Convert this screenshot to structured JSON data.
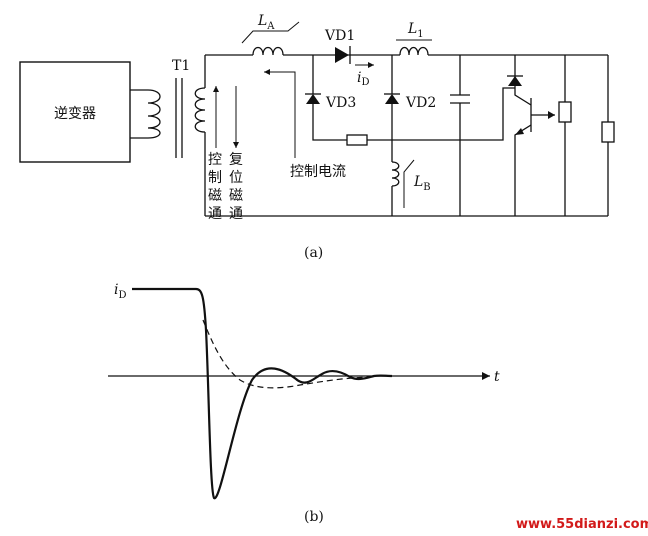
{
  "circuit": {
    "inverter_label": "逆变器",
    "transformer_label": "T1",
    "inductor_a": {
      "letter": "L",
      "sub": "A"
    },
    "inductor_1": {
      "letter": "L",
      "sub": "1"
    },
    "inductor_b": {
      "letter": "L",
      "sub": "B"
    },
    "diode_vd1": "VD1",
    "diode_vd2": "VD2",
    "diode_vd3": "VD3",
    "current_id": {
      "letter": "i",
      "sub": "D"
    },
    "control_flux": [
      "控",
      "制",
      "磁",
      "通"
    ],
    "reset_flux": [
      "复",
      "位",
      "磁",
      "通"
    ],
    "control_current": "控制电流",
    "caption_a": "(a)"
  },
  "waveform": {
    "y_label": {
      "letter": "i",
      "sub": "D"
    },
    "x_label": "t",
    "caption_b": "(b)",
    "series": [
      {
        "style": "solid"
      },
      {
        "style": "dashed"
      }
    ]
  },
  "watermark": "www.55dianzi.com"
}
